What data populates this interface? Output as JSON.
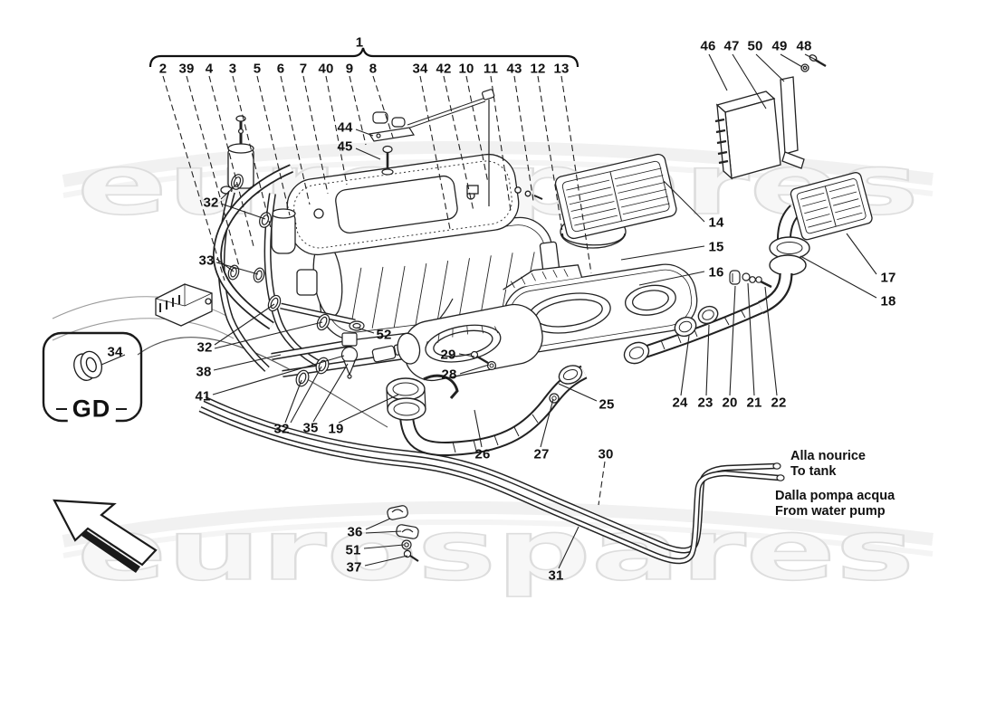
{
  "watermark": {
    "text": "eurospares"
  },
  "main_group": {
    "label": "1",
    "callouts": [
      "2",
      "39",
      "4",
      "3",
      "5",
      "6",
      "7",
      "40",
      "9",
      "8",
      "34",
      "42",
      "10",
      "11",
      "43",
      "12",
      "13"
    ]
  },
  "ecu_group": {
    "callouts": [
      "46",
      "47",
      "50",
      "49",
      "48"
    ]
  },
  "callouts": [
    {
      "label": "44"
    },
    {
      "label": "45"
    },
    {
      "label": "14"
    },
    {
      "label": "15"
    },
    {
      "label": "16"
    },
    {
      "label": "17"
    },
    {
      "label": "18"
    },
    {
      "label": "32"
    },
    {
      "label": "33"
    },
    {
      "label": "32"
    },
    {
      "label": "38"
    },
    {
      "label": "41"
    },
    {
      "label": "32"
    },
    {
      "label": "35"
    },
    {
      "label": "19"
    },
    {
      "label": "52"
    },
    {
      "label": "29"
    },
    {
      "label": "28"
    },
    {
      "label": "25"
    },
    {
      "label": "26"
    },
    {
      "label": "27"
    },
    {
      "label": "30"
    },
    {
      "label": "31"
    },
    {
      "label": "24"
    },
    {
      "label": "23"
    },
    {
      "label": "20"
    },
    {
      "label": "21"
    },
    {
      "label": "22"
    },
    {
      "label": "36"
    },
    {
      "label": "51"
    },
    {
      "label": "37"
    },
    {
      "label": "34"
    }
  ],
  "annotations": {
    "tank_line1": "Alla nourice",
    "tank_line2": "To tank",
    "pump_line1": "Dalla pompa acqua",
    "pump_line2": "From water pump"
  },
  "inset": {
    "code": "GD"
  },
  "colors": {
    "line": "#1a1a1a",
    "watermark_fill": "#f7f7f7",
    "watermark_stroke": "#dddddd"
  }
}
